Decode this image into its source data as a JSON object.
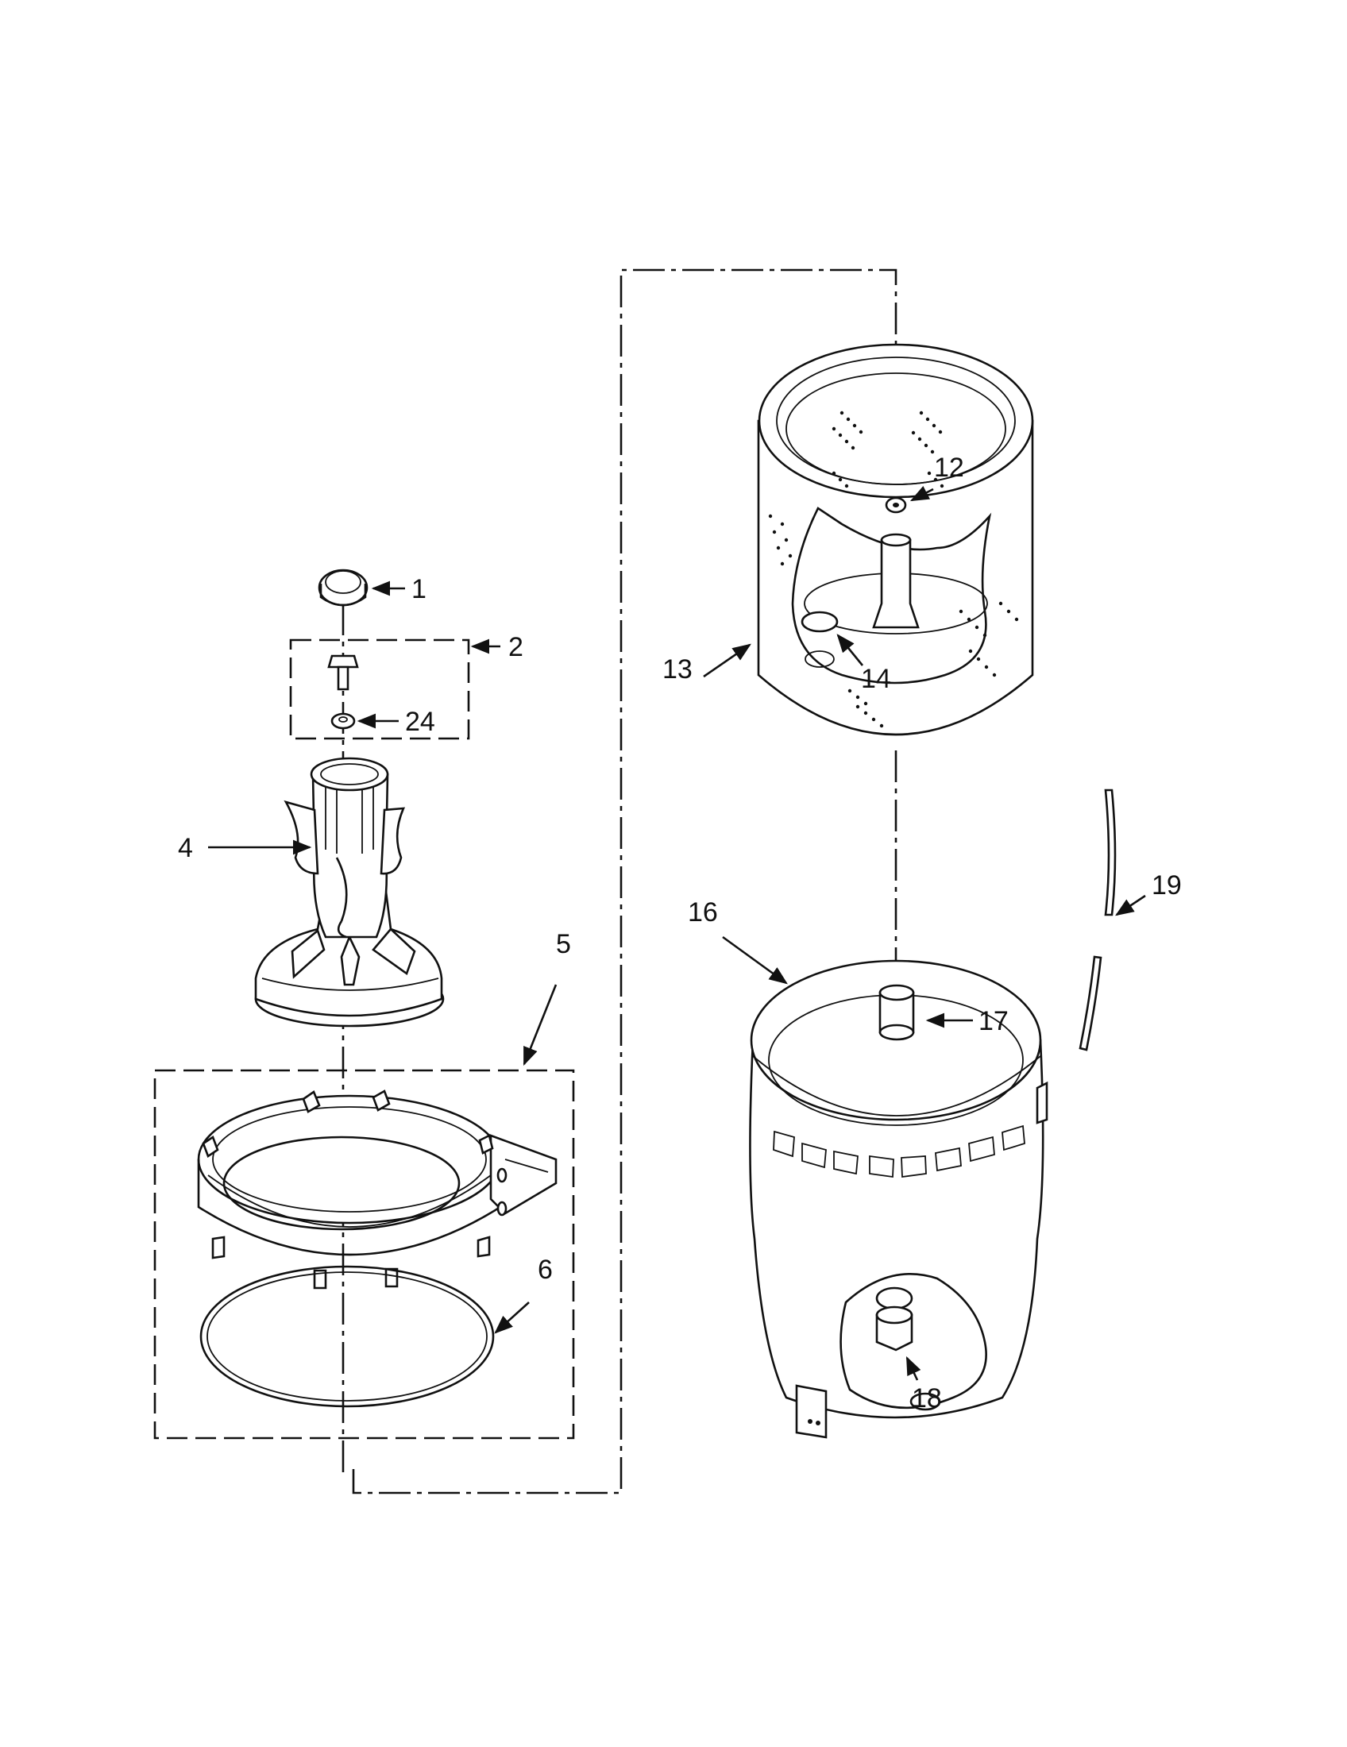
{
  "callouts": [
    {
      "id": "1",
      "label": "1"
    },
    {
      "id": "2",
      "label": "2"
    },
    {
      "id": "24",
      "label": "24"
    },
    {
      "id": "4",
      "label": "4"
    },
    {
      "id": "5",
      "label": "5"
    },
    {
      "id": "6",
      "label": "6"
    },
    {
      "id": "12",
      "label": "12"
    },
    {
      "id": "13",
      "label": "13"
    },
    {
      "id": "14",
      "label": "14"
    },
    {
      "id": "16",
      "label": "16"
    },
    {
      "id": "17",
      "label": "17"
    },
    {
      "id": "18",
      "label": "18"
    },
    {
      "id": "19",
      "label": "19"
    }
  ]
}
